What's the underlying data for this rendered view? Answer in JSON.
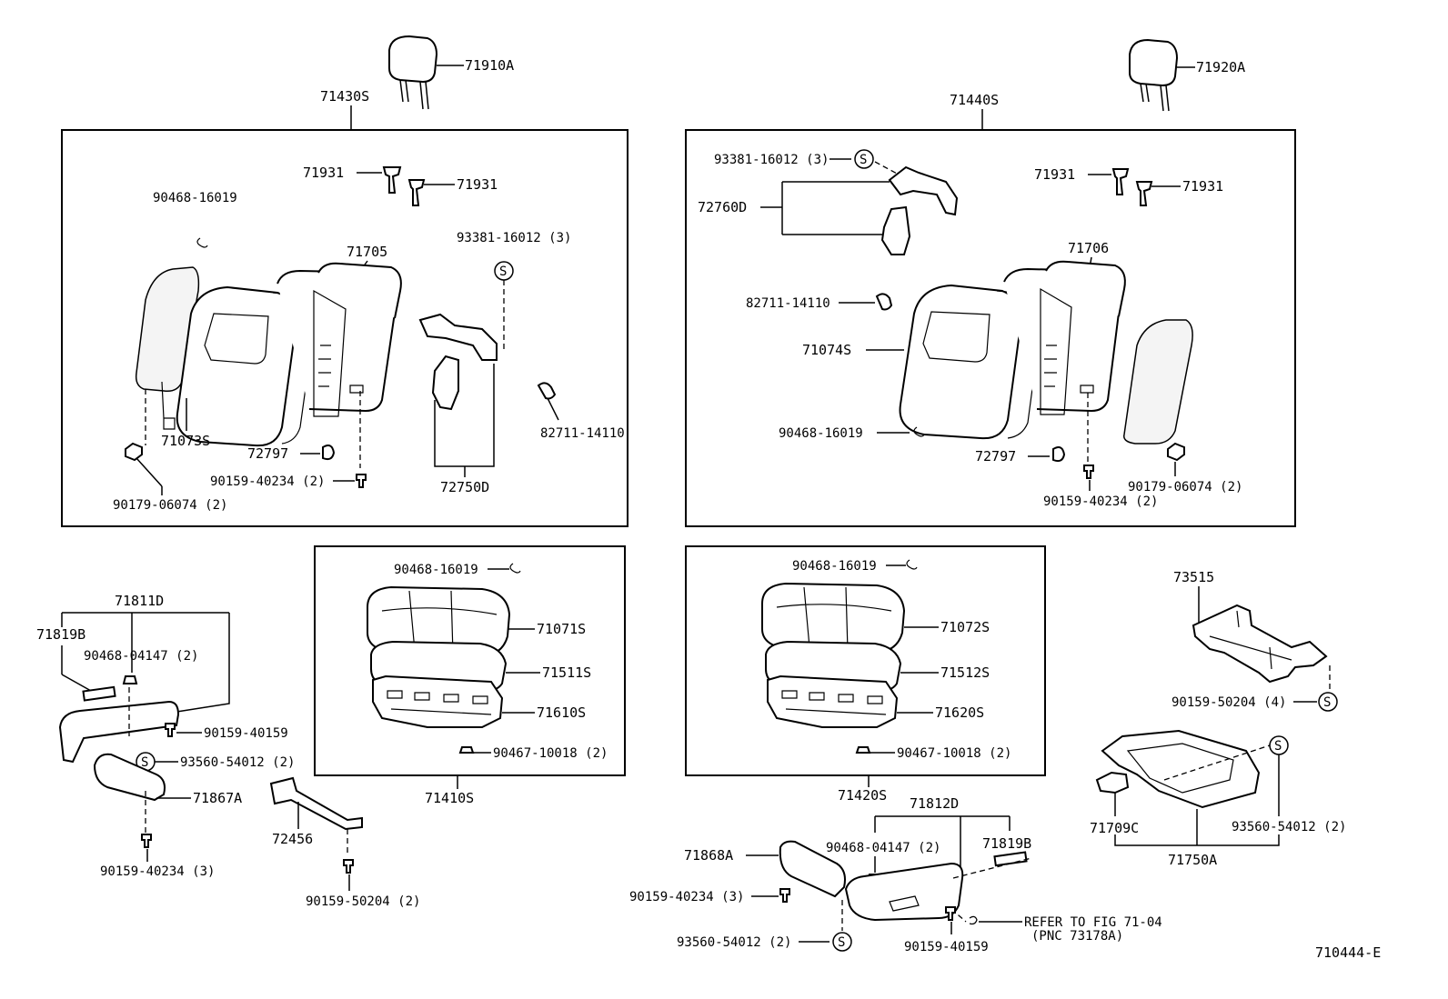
{
  "labels": {
    "l71910A": "71910A",
    "l71920A": "71920A",
    "l71430S": "71430S",
    "l71440S": "71440S",
    "l71931a": "71931",
    "l71931b": "71931",
    "l71931c": "71931",
    "l71931d": "71931",
    "l90468_16019a": "90468-16019",
    "l93381a": "93381-16012 (3)",
    "l71705": "71705",
    "l71073S": "71073S",
    "l72797a": "72797",
    "l90159_40234a": "90159-40234 (2)",
    "l72750D": "72750D",
    "l82711a": "82711-14110",
    "l90179a": "90179-06074 (2)",
    "l93381b": "93381-16012 (3)",
    "l72760D": "72760D",
    "l71706": "71706",
    "l82711b": "82711-14110",
    "l71074S": "71074S",
    "l90468_16019b": "90468-16019",
    "l72797b": "72797",
    "l90159_40234b": "90159-40234 (2)",
    "l90179b": "90179-06074 (2)",
    "l71811D": "71811D",
    "l71819Ba": "71819B",
    "l90468_04147a": "90468-04147 (2)",
    "l90159_40159a": "90159-40159",
    "l93560a": "93560-54012 (2)",
    "l71867A": "71867A",
    "l90159_40234c": "90159-40234 (3)",
    "l72456": "72456",
    "l90159_50204a": "90159-50204 (2)",
    "l90468_16019c": "90468-16019",
    "l71071S": "71071S",
    "l71511S": "71511S",
    "l71610S": "71610S",
    "l90467a": "90467-10018 (2)",
    "l71410S": "71410S",
    "l90468_16019d": "90468-16019",
    "l71072S": "71072S",
    "l71512S": "71512S",
    "l71620S": "71620S",
    "l90467b": "90467-10018 (2)",
    "l71420S": "71420S",
    "l73515": "73515",
    "l90159_50204b": "90159-50204 (4)",
    "l71709C": "71709C",
    "l93560b": "93560-54012 (2)",
    "l71750A": "71750A",
    "l71812D": "71812D",
    "l71868A": "71868A",
    "l90468_04147b": "90468-04147 (2)",
    "l71819Bb": "71819B",
    "l90159_40234d": "90159-40234 (3)",
    "l93560c": "93560-54012 (2)",
    "l90159_40159b": "90159-40159",
    "lrefer": "REFER TO FIG 71-04",
    "lpnc": "(PNC 73178A)",
    "lfig": "710444-E",
    "s": "S"
  }
}
